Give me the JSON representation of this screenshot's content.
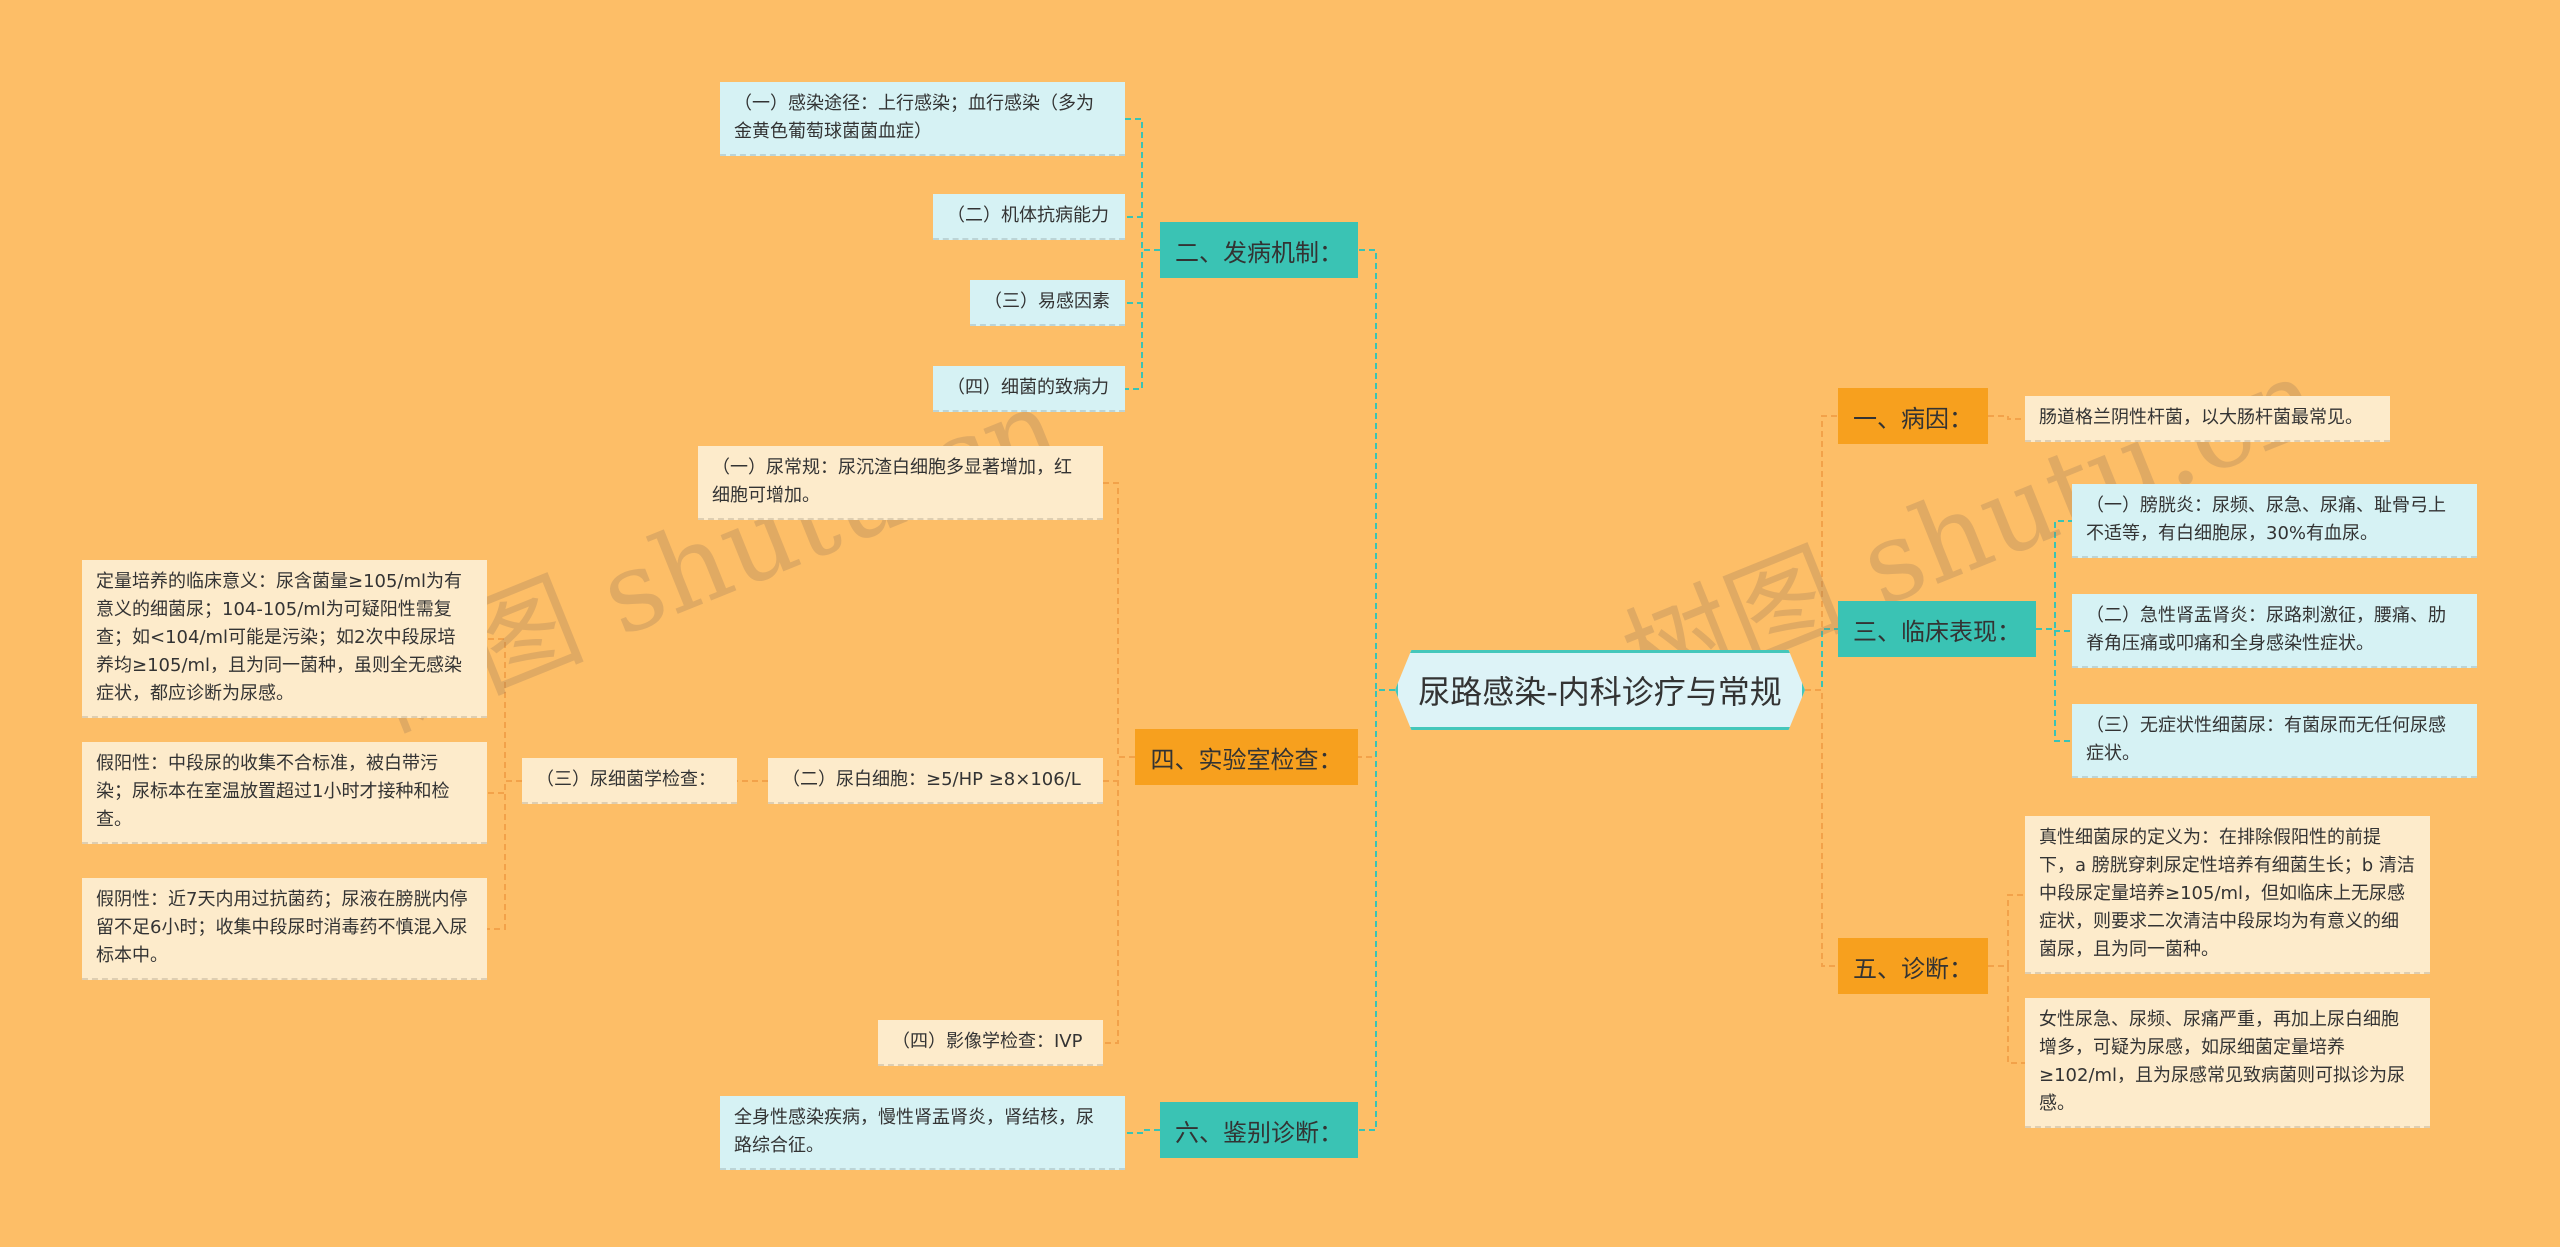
{
  "root": "尿路感染-内科诊疗与常规",
  "colors": {
    "background": "#FDBE67",
    "teal": "#3AC3B4",
    "orange": "#F7A01E",
    "leaf_teal": "#D6F2F4",
    "leaf_cream": "#FDEBCB",
    "line_teal": "#3AC3B4",
    "line_orange": "#F2A24A"
  },
  "branches": {
    "b1": {
      "label": "一、病因：",
      "leaves": [
        "肠道格兰阴性杆菌，以大肠杆菌最常见。"
      ]
    },
    "b2": {
      "label": "二、发病机制：",
      "leaves": [
        "（一）感染途径：上行感染；血行感染（多为金黄色葡萄球菌菌血症）",
        "（二）机体抗病能力",
        "（三）易感因素",
        "（四）细菌的致病力"
      ]
    },
    "b3": {
      "label": "三、临床表现：",
      "leaves": [
        "（一）膀胱炎：尿频、尿急、尿痛、耻骨弓上不适等，有白细胞尿，30%有血尿。",
        "（二）急性肾盂肾炎：尿路刺激征，腰痛、肋脊角压痛或叩痛和全身感染性症状。",
        "（三）无症状性细菌尿：有菌尿而无任何尿感症状。"
      ]
    },
    "b4": {
      "label": "四、实验室检查：",
      "leaves": [
        "（一）尿常规：尿沉渣白细胞多显著增加，红细胞可增加。",
        "（二）尿白细胞：≥5/HP ≥8×106/L",
        "（三）尿细菌学检查：",
        "（四）影像学检查：IVP"
      ],
      "sub": [
        "定量培养的临床意义：尿含菌量≥105/ml为有意义的细菌尿；104-105/ml为可疑阳性需复查；如<104/ml可能是污染；如2次中段尿培养均≥105/ml，且为同一菌种，虽则全无感染症状，都应诊断为尿感。",
        "假阳性：中段尿的收集不合标准，被白带污染；尿标本在室温放置超过1小时才接种和检查。",
        "假阴性：近7天内用过抗菌药；尿液在膀胱内停留不足6小时；收集中段尿时消毒药不慎混入尿标本中。"
      ]
    },
    "b5": {
      "label": "五、诊断：",
      "leaves": [
        "真性细菌尿的定义为：在排除假阳性的前提下，a 膀胱穿刺尿定性培养有细菌生长；b 清洁中段尿定量培养≥105/ml，但如临床上无尿感症状，则要求二次清洁中段尿均为有意义的细菌尿，且为同一菌种。",
        "女性尿急、尿频、尿痛严重，再加上尿白细胞增多，可疑为尿感，如尿细菌定量培养≥102/ml，且为尿感常见致病菌则可拟诊为尿感。"
      ]
    },
    "b6": {
      "label": "六、鉴别诊断：",
      "leaves": [
        "全身性感染疾病，慢性肾盂肾炎，肾结核，尿路综合征。"
      ]
    }
  },
  "watermark": "树图 shutu.cn"
}
